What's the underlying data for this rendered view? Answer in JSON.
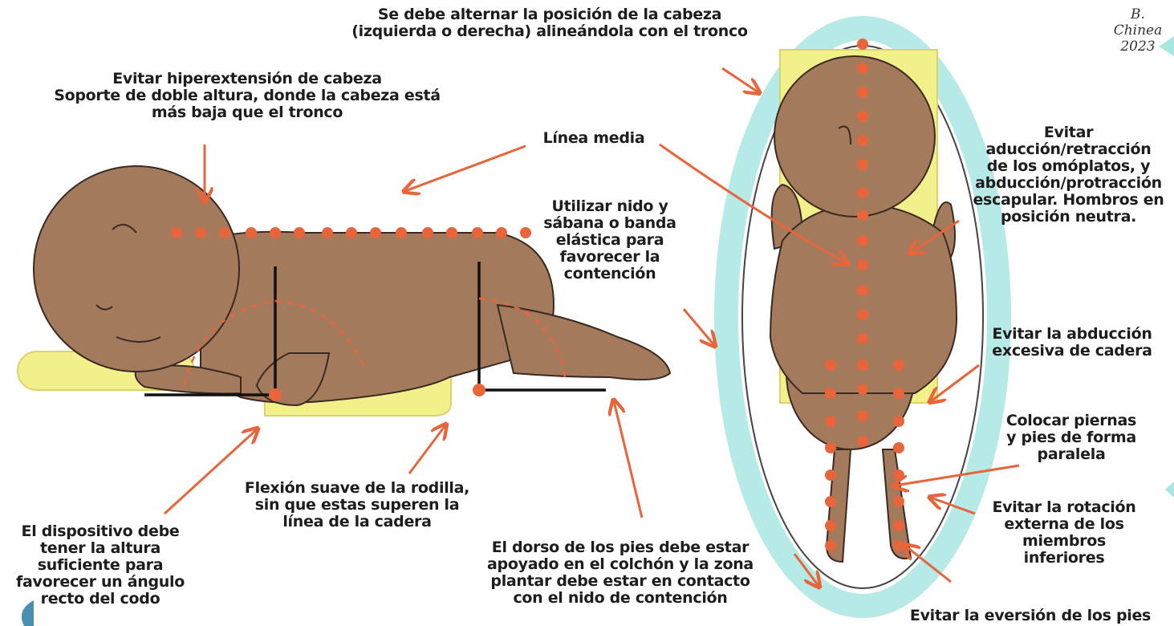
{
  "signature": "B. Chinea\n2023",
  "labels": {
    "head_position": "Se debe alternar la posición de la cabeza\n(izquierda o derecha) alineándola con el tronco",
    "hyperextension": "Evitar hiperextensión de cabeza\nSoporte de doble altura, donde la cabeza está\nmás baja que el tronco",
    "midline": "Línea media",
    "nest": "Utilizar nido y\nsábana o banda\nelástica para\nfavorecer la\ncontención",
    "shoulders": "Evitar\naducción/retracción\nde los omóplatos, y\nabducción/protracción\nescapular. Hombros en\nposición neutra.",
    "hip_abduction": "Evitar la abducción\nexcesiva de cadera",
    "legs_parallel": "Colocar piernas\ny pies de forma\nparalela",
    "external_rotation": "Evitar la rotación\nexterna de los\nmiembros\ninferiores",
    "knee_flexion": "Flexión suave de la rodilla,\nsin que estas superen la\nlínea de la cadera",
    "device_height": "El dispositivo debe\ntener la altura\nsuficiente para\nfavorecer un ángulo\nrecto del codo",
    "feet_dorsum": "El dorso de los pies debe estar\napoyado en el colchón y la zona\nplantar debe estar en contacto\ncon el nido de contención",
    "feet_eversion": "Evitar la eversión de los pies"
  },
  "colors": {
    "skin": "#a47a5c",
    "skin_shade": "#8c6347",
    "support": "#f2f08a",
    "nest": "#a8e6e2",
    "accent": "#e8643a",
    "line": "#1a1a1a"
  }
}
